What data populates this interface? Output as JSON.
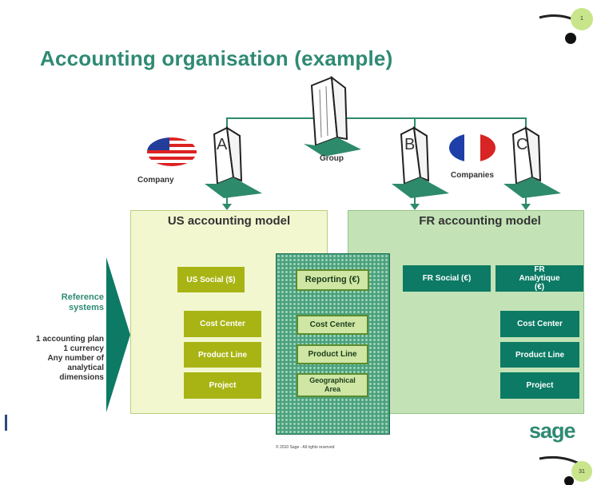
{
  "slide": {
    "title": "Accounting organisation (example)",
    "page_top": "1",
    "page_bottom": "31",
    "copyright": "© 2010 Sage - All rights reserved",
    "logo": "sage"
  },
  "entities": {
    "group_label": "Group",
    "company_label": "Company",
    "companies_label": "Companies",
    "building_a": "A",
    "building_b": "B",
    "building_c": "C"
  },
  "models": {
    "us_title": "US accounting model",
    "fr_title": "FR accounting model"
  },
  "us_boxes": {
    "social": "US Social ($)",
    "cost_center": "Cost Center",
    "product_line": "Product Line",
    "project": "Project"
  },
  "reporting_boxes": {
    "reporting": "Reporting (€)",
    "cost_center": "Cost Center",
    "product_line": "Product Line",
    "geo_area": "Geographical Area"
  },
  "fr_boxes": {
    "social": "FR Social (€)",
    "analytique": "FR Analytique (€)",
    "cost_center": "Cost Center",
    "product_line": "Product Line",
    "project": "Project"
  },
  "reference": {
    "title": "Reference systems",
    "desc_line1": "1 accounting plan",
    "desc_line2": "1 currency",
    "desc_line3": "Any number of",
    "desc_line4": "analytical",
    "desc_line5": "dimensions"
  },
  "colors": {
    "title_green": "#2f8a73",
    "olive": "#a8b413",
    "teal": "#0c7a64",
    "us_panel": "#f2f7cf",
    "fr_panel": "#c3e3b6"
  }
}
